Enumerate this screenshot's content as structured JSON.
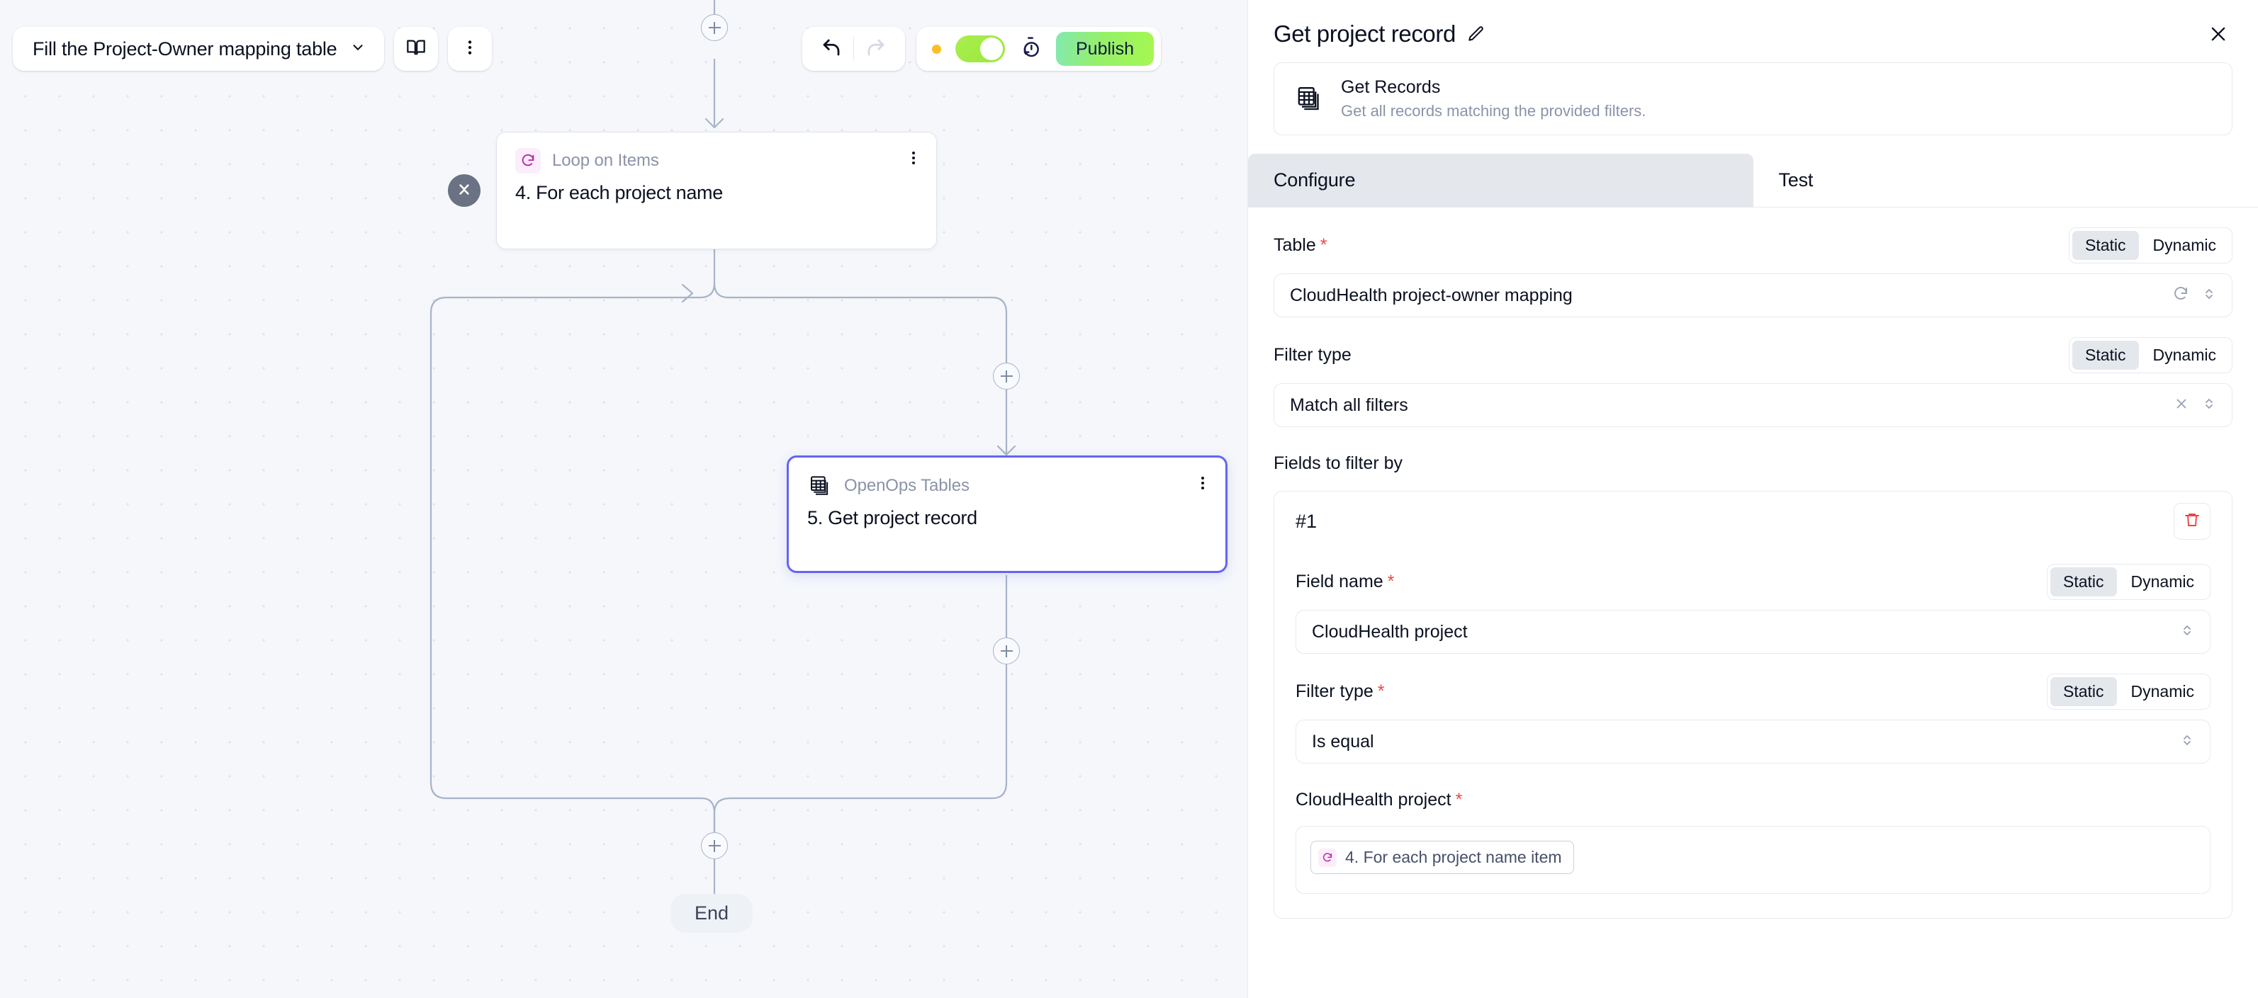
{
  "toolbar": {
    "flow_name": "Fill the Project-Owner mapping table",
    "chevron_icon": "chevron-down-icon",
    "docs_icon": "book-icon",
    "more_icon": "kebab-menu-icon",
    "undo_icon": "undo-icon",
    "redo_icon": "redo-icon",
    "status_dot": "amber-status-dot",
    "enable_toggle": "toggle-on",
    "history_icon": "run-history-stopwatch-icon",
    "publish_label": "Publish",
    "publish_color": "#95f06a"
  },
  "canvas": {
    "collapse_icon": "chevrons-collapse-icon",
    "add_icon": "plus-icon",
    "end_label": "End",
    "nodes": [
      {
        "piece": "Loop on Items",
        "title": "4. For each project name",
        "icon": "loop-icon",
        "icon_color": "#c026a8",
        "menu_icon": "kebab-menu-icon",
        "selected": false
      },
      {
        "piece": "OpenOps Tables",
        "title": "5. Get project record",
        "icon": "tables-icon",
        "menu_icon": "kebab-menu-icon",
        "selected": true
      }
    ]
  },
  "panel": {
    "title": "Get project record",
    "edit_icon": "pencil-icon",
    "close_icon": "close-icon",
    "piece": {
      "icon": "tables-icon",
      "name": "Get Records",
      "description": "Get all records matching the provided filters."
    },
    "tabs": [
      {
        "label": "Configure",
        "active": true
      },
      {
        "label": "Test",
        "active": false
      }
    ],
    "segment_options": {
      "static": "Static",
      "dynamic": "Dynamic"
    },
    "fields": [
      {
        "label": "Table",
        "required": true,
        "mode": "Static",
        "value": "CloudHealth project-owner mapping",
        "icons": [
          "refresh-icon",
          "chevron-up-down-icon"
        ]
      },
      {
        "label": "Filter type",
        "required": false,
        "mode": "Static",
        "value": "Match all filters",
        "icons": [
          "clear-x-icon",
          "chevron-up-down-icon"
        ]
      }
    ],
    "fields_to_filter_by_label": "Fields to filter by",
    "filter_card": {
      "number": "#1",
      "delete_icon": "trash-icon",
      "delete_color": "#ef4444",
      "rows": [
        {
          "label": "Field name",
          "required": true,
          "mode": "Static",
          "value": "CloudHealth project",
          "icons": [
            "chevron-up-down-icon"
          ]
        },
        {
          "label": "Filter type",
          "required": true,
          "mode": "Static",
          "value": "Is equal",
          "icons": [
            "chevron-up-down-icon"
          ]
        }
      ],
      "value_field": {
        "label": "CloudHealth project",
        "required": true,
        "token_icon": "loop-icon",
        "token_label": "4. For each project name item"
      }
    }
  }
}
